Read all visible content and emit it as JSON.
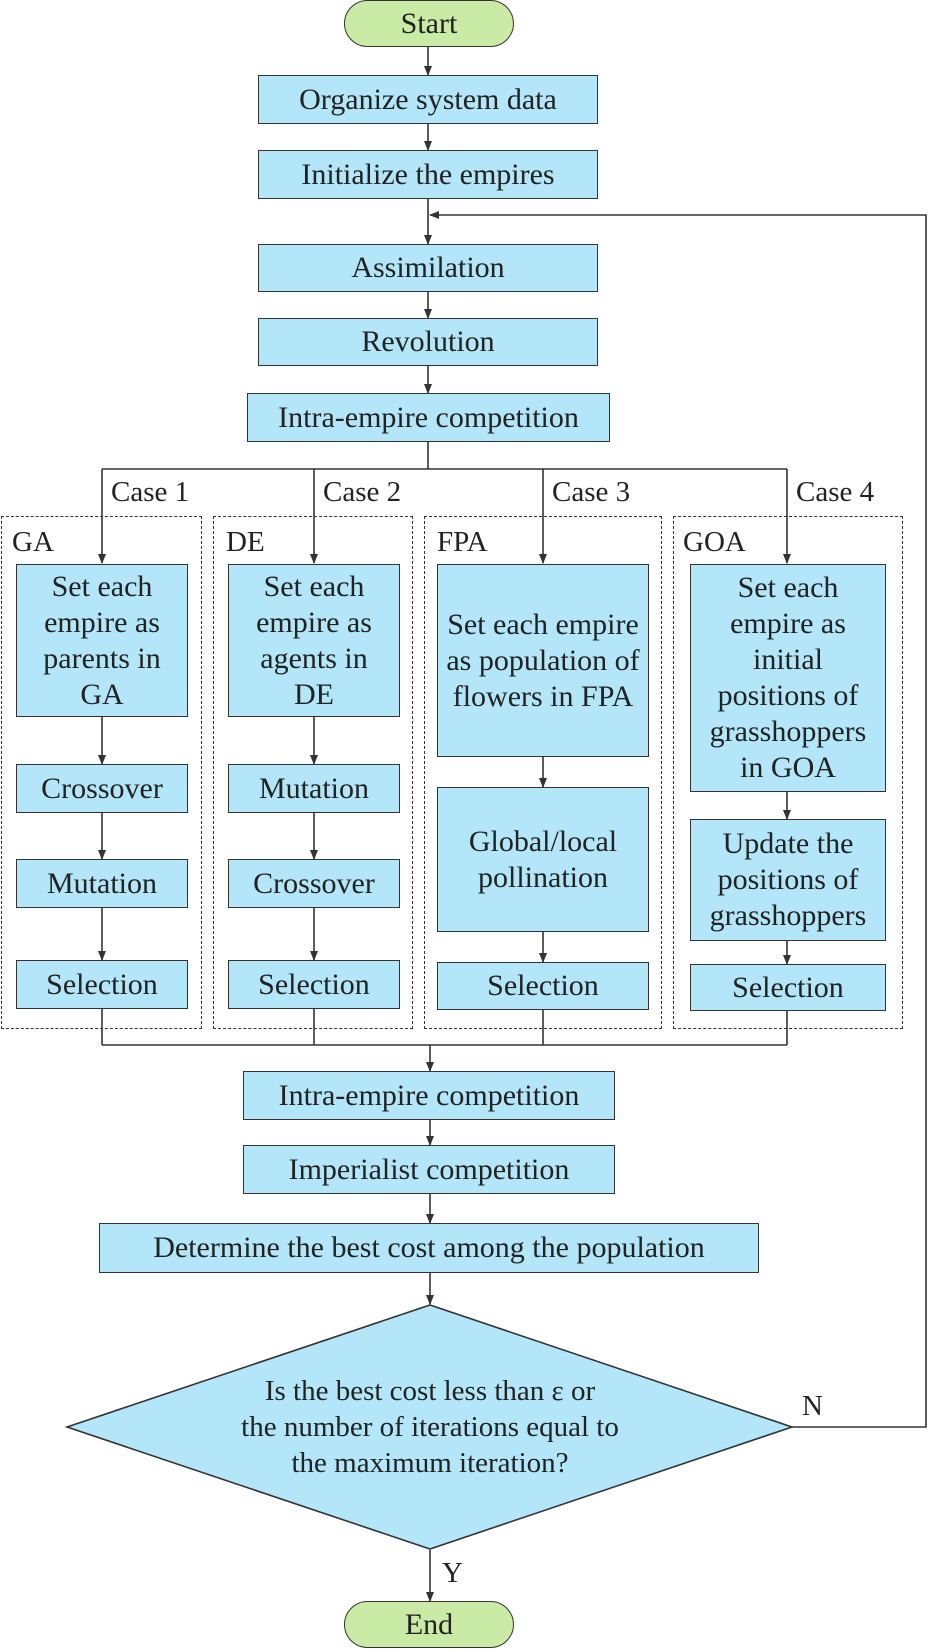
{
  "start_label": "Start",
  "end_label": "End",
  "main_steps": {
    "organize": "Organize system data",
    "initialize": "Initialize the empires",
    "assimilation": "Assimilation",
    "revolution": "Revolution",
    "intra_top": "Intra-empire competition",
    "intra_bottom": "Intra-empire competition",
    "imperialist": "Imperialist competition",
    "best_cost": "Determine the best cost among the population"
  },
  "cases": [
    {
      "case_label": "Case 1",
      "algo": "GA",
      "init": "Set each empire as parents in GA",
      "step1": "Crossover",
      "step2": "Mutation",
      "step3": "Selection"
    },
    {
      "case_label": "Case 2",
      "algo": "DE",
      "init": "Set each empire as agents in DE",
      "step1": "Mutation",
      "step2": "Crossover",
      "step3": "Selection"
    },
    {
      "case_label": "Case 3",
      "algo": "FPA",
      "init": "Set each empire as population of flowers in FPA",
      "step1": "Global/local pollination",
      "step3": "Selection"
    },
    {
      "case_label": "Case 4",
      "algo": "GOA",
      "init": "Set each empire as initial positions of grasshoppers in GOA",
      "step1": "Update the positions of grasshoppers",
      "step3": "Selection"
    }
  ],
  "decision": {
    "line1": "Is the best cost less than ε or",
    "line2": "the number of iterations equal to",
    "line3": "the maximum iteration?",
    "no_label": "N",
    "yes_label": "Y"
  }
}
